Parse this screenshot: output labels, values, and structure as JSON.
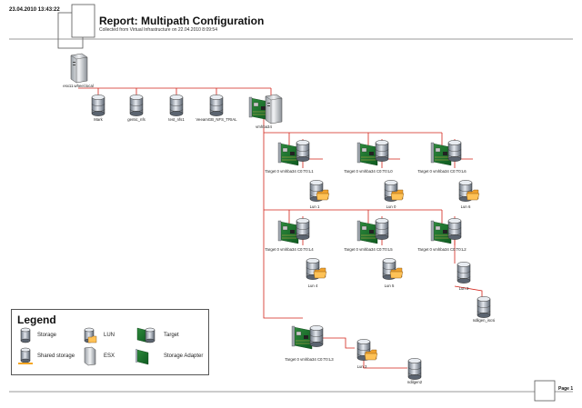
{
  "header": {
    "date": "23.04.2010 13:43:22",
    "title": "Report: Multipath Configuration",
    "subtitle": "Collected from Virtual Infrastructure on 22.04.2010 8:09:54"
  },
  "host": {
    "name": "esx11.wheel.local"
  },
  "datastores": [
    {
      "label": "Mark"
    },
    {
      "label": "gentic_nfs"
    },
    {
      "label": "test_nfs1"
    },
    {
      "label": "VeeamGB_NFS_TRIAL"
    }
  ],
  "adapter": {
    "label": "vmhba34"
  },
  "targets": [
    {
      "label": "Target 0 vmhba34 C0:T0:L1",
      "lun": "Lun 1"
    },
    {
      "label": "Target 0 vmhba34 C0:T0:L0",
      "lun": "Lun 0"
    },
    {
      "label": "Target 0 vmhba34 C0:T0:L6",
      "lun": "Lun 6"
    },
    {
      "label": "Target 0 vmhba34 C0:T0:L4",
      "lun": "Lun 4"
    },
    {
      "label": "Target 0 vmhba34 C0:T0:L5",
      "lun": "Lun 5"
    },
    {
      "label": "Target 0 vmhba34 C0:T0:L2",
      "lun": "Lun 2"
    },
    {
      "label": "Target 0 vmhba34 C0:T0:L3",
      "lun": "Lun 3"
    }
  ],
  "extra_storage": [
    {
      "label": "ndilgen_iscsi"
    },
    {
      "label": "ndilgen2"
    }
  ],
  "legend": {
    "title": "Legend",
    "items": [
      {
        "label": "Storage",
        "icon": "storage-icon"
      },
      {
        "label": "LUN",
        "icon": "lun-icon"
      },
      {
        "label": "Target",
        "icon": "target-icon"
      },
      {
        "label": "Shared storage",
        "icon": "shared-storage-icon"
      },
      {
        "label": "ESX",
        "icon": "esx-icon"
      },
      {
        "label": "Storage Adapter",
        "icon": "storage-adapter-icon"
      }
    ]
  },
  "footer": {
    "page": "Page 1"
  },
  "colors": {
    "link": "#d2231a",
    "shared_bar": "#f5a623",
    "rule": "#777777"
  }
}
